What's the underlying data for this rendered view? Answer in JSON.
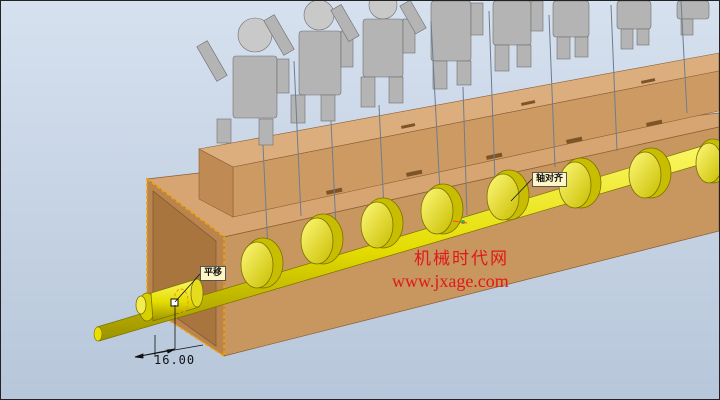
{
  "annotations": {
    "flat_label": "平移",
    "axis_label": "轴对齐",
    "dimension_value": "16.00"
  },
  "watermark": {
    "site_name": "机械时代网",
    "site_url": "www.jxage.com"
  },
  "colors": {
    "box": "#c8965f",
    "shaft": "#e8e000",
    "figure": "#b4b4b4",
    "watermark": "#e0181b",
    "background": "#c6d3e4"
  }
}
